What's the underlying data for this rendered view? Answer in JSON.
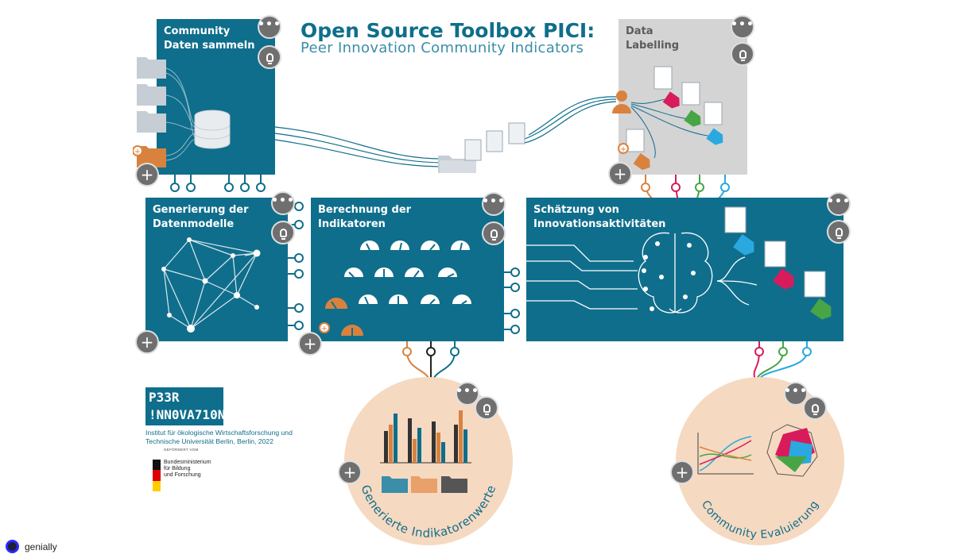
{
  "header": {
    "title": "Open Source Toolbox PICI:",
    "subtitle": "Peer Innovation Community Indicators"
  },
  "panels": {
    "community": {
      "title": "Community\nDaten sammeln"
    },
    "labelling": {
      "title": "Data\nLabelling"
    },
    "modelle": {
      "title": "Generierung der\nDatenmodelle"
    },
    "berechnung": {
      "title": "Berechnung der\nIndikatoren"
    },
    "schaetzung": {
      "title": "Schätzung von\nInnovationsaktivitäten"
    }
  },
  "circles": {
    "indikatorwerte": {
      "label": "Generierte Indikatorenwerte"
    },
    "evaluierung": {
      "label": "Community Evaluierung"
    }
  },
  "buttons": {
    "more_glyph": "•••",
    "plus_glyph": "+"
  },
  "footer": {
    "logo_text": "P33R\n!NN0VA710N",
    "institute": "Institut für ökologische Wirtschaftsforschung und\nTechnische Universität Berlin, Berlin, 2022",
    "funded_by": "GEFÖRDERT VOM",
    "ministry": "Bundesministerium\nfür Bildung\nund Forschung",
    "brand": "genially"
  },
  "colors": {
    "teal": "#0f6e8c",
    "gray_panel": "#d4d4d4",
    "orange": "#d9823e",
    "pink": "#d81b5c",
    "green": "#47a546",
    "blue": "#29a9df",
    "peach": "#f6d9c1",
    "button_gray": "#6f6f6f"
  },
  "icons": [
    "more-icon",
    "lightbulb-icon",
    "plus-icon",
    "folder-icon",
    "database-icon",
    "document-icon",
    "tag-icon",
    "person-icon",
    "network-icon",
    "gauge-icon",
    "brain-circuit-icon",
    "bar-chart-icon",
    "line-chart-icon",
    "radar-chart-icon"
  ]
}
